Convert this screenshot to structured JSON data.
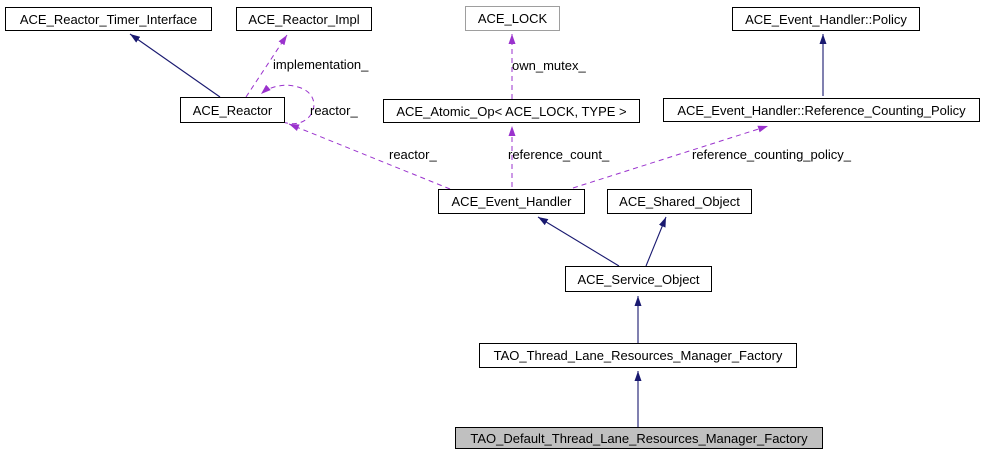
{
  "diagram": {
    "type": "uml-collaboration-diagram",
    "colors": {
      "inheritance_edge": "#191970",
      "usage_edge": "#9a32cd",
      "node_border": "#000000",
      "node_fill": "#ffffff",
      "external_node_border": "#9e9e9e",
      "focus_node_fill": "#c0c0c0"
    },
    "nodes": [
      {
        "label": "ACE_Reactor_Timer_Interface"
      },
      {
        "label": "ACE_Reactor_Impl"
      },
      {
        "label": "ACE_LOCK"
      },
      {
        "label": "ACE_Event_Handler::Policy"
      },
      {
        "label": "ACE_Reactor"
      },
      {
        "label": "ACE_Atomic_Op< ACE_LOCK, TYPE >"
      },
      {
        "label": "ACE_Event_Handler::Reference_Counting_Policy"
      },
      {
        "label": "ACE_Event_Handler"
      },
      {
        "label": "ACE_Shared_Object"
      },
      {
        "label": "ACE_Service_Object"
      },
      {
        "label": "TAO_Thread_Lane_Resources_Manager_Factory"
      },
      {
        "label": "TAO_Default_Thread_Lane_Resources_Manager_Factory"
      }
    ],
    "edge_labels": [
      {
        "text": "implementation_"
      },
      {
        "text": "own_mutex_"
      },
      {
        "text": "reactor_"
      },
      {
        "text": "reactor_"
      },
      {
        "text": "reference_count_"
      },
      {
        "text": "reference_counting_policy_"
      }
    ]
  }
}
